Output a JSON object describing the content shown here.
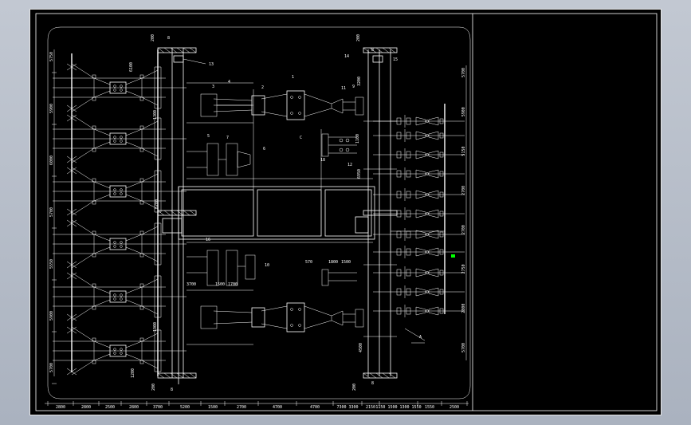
{
  "colors": {
    "background": "#000000",
    "line": "#ffffff",
    "viewport": "#b9c0cc",
    "marker": "#00ff00"
  },
  "top_labels": {
    "left_ref": "8",
    "left_dim": "200",
    "right_ref": "8",
    "right_dim": "200",
    "b13": "13",
    "b14": "14",
    "b15": "15"
  },
  "part_labels": {
    "p1": "1",
    "p2": "2",
    "p3": "3",
    "p4": "4",
    "p5": "5",
    "p6": "6",
    "p7": "7",
    "p9": "9",
    "p10": "10",
    "p11": "11",
    "p12": "12",
    "p16": "16",
    "p18": "18",
    "pA": "A",
    "pC": "C"
  },
  "left_dims": [
    "5750",
    "5900",
    "6000",
    "5700",
    "5550",
    "5900",
    "5700"
  ],
  "right_dims": [
    "5700",
    "5900",
    "5150",
    "2700",
    "2700",
    "2750",
    "2800",
    "5700"
  ],
  "inner_dims": {
    "d1": "6100",
    "d2": "1300",
    "d3": "5700",
    "d4": "1900",
    "d5": "1200",
    "d6": "570",
    "d7": "1800",
    "d8": "1500",
    "d9": "3700",
    "d10": "1500",
    "d11": "1700",
    "d12": "3200",
    "d13": "1100",
    "d14": "6950",
    "d15": "4500"
  },
  "bottom_dims": [
    "2800",
    "2800",
    "2500",
    "2800",
    "3700",
    "5200",
    "1500",
    "2700",
    "4700",
    "4700",
    "7300 3300",
    "2150",
    "1150 1500 1300 1550",
    "1550",
    "2500"
  ],
  "bottom_labels": {
    "left_dim": "200",
    "left_ref": "8",
    "right_dim": "200",
    "right_ref": "8"
  }
}
